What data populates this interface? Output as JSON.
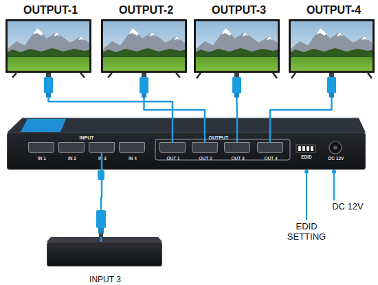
{
  "diagram": {
    "nodes": [
      {
        "text": [
          "OUTPUT-1"
        ]
      },
      {
        "text": [
          "OUTPUT-2"
        ]
      },
      {
        "text": [
          "OUTPUT-3"
        ]
      },
      {
        "text": [
          "OUTPUT-4"
        ]
      },
      {
        "text": [
          "INPUT",
          "OUTPUT",
          "EDID",
          "DC 12V"
        ]
      },
      {
        "text": [
          "IN 1"
        ],
        "in": 4
      },
      {
        "text": [
          "IN 2"
        ],
        "in": 4
      },
      {
        "text": [
          "IN 3"
        ],
        "in": 4
      },
      {
        "text": [
          "IN 4"
        ],
        "in": 4
      },
      {
        "text": [
          "OUT 1"
        ],
        "in": 4
      },
      {
        "text": [
          "OUT 2"
        ],
        "in": 4
      },
      {
        "text": [
          "OUT 3"
        ],
        "in": 4
      },
      {
        "text": [
          "OUT 4"
        ],
        "in": 4
      },
      {
        "text": [
          "INPUT 3"
        ]
      }
    ],
    "edges": [
      {
        "from": 9,
        "to": 0,
        "arrow": "none"
      },
      {
        "from": 10,
        "to": 1,
        "arrow": "none"
      },
      {
        "from": 11,
        "to": 2,
        "arrow": "none"
      },
      {
        "from": 12,
        "to": 3,
        "arrow": "none"
      },
      {
        "from": 13,
        "to": 7,
        "arrow": "none"
      }
    ],
    "labels": [
      "EDID SETTING",
      "DC 12V"
    ]
  }
}
